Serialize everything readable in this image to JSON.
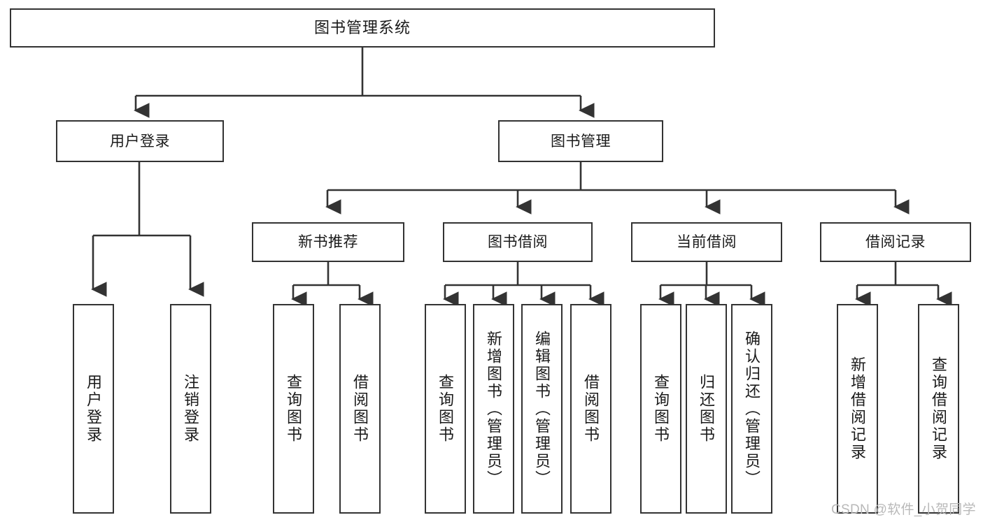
{
  "diagram": {
    "title": "图书管理系统",
    "type": "tree-hierarchy",
    "root": {
      "id": "root",
      "label": "图书管理系统"
    },
    "level2": [
      {
        "id": "user-login",
        "label": "用户登录"
      },
      {
        "id": "book-manage",
        "label": "图书管理"
      }
    ],
    "level3": [
      {
        "id": "new-book-recommend",
        "label": "新书推荐",
        "parent": "book-manage"
      },
      {
        "id": "book-borrow",
        "label": "图书借阅",
        "parent": "book-manage"
      },
      {
        "id": "current-borrow",
        "label": "当前借阅",
        "parent": "book-manage"
      },
      {
        "id": "borrow-record",
        "label": "借阅记录",
        "parent": "book-manage"
      }
    ],
    "leaves": [
      {
        "id": "leaf-user-login",
        "label": "用户登录",
        "parent": "user-login"
      },
      {
        "id": "leaf-user-logout",
        "label": "注销登录",
        "parent": "user-login"
      },
      {
        "id": "leaf-query-book-1",
        "label": "查询图书",
        "parent": "new-book-recommend"
      },
      {
        "id": "leaf-borrow-book-1",
        "label": "借阅图书",
        "parent": "new-book-recommend"
      },
      {
        "id": "leaf-query-book-2",
        "label": "查询图书",
        "parent": "book-borrow"
      },
      {
        "id": "leaf-add-book",
        "label": "新增图书（管理员）",
        "parent": "book-borrow"
      },
      {
        "id": "leaf-edit-book",
        "label": "编辑图书（管理员）",
        "parent": "book-borrow"
      },
      {
        "id": "leaf-borrow-book-2",
        "label": "借阅图书",
        "parent": "book-borrow"
      },
      {
        "id": "leaf-query-book-3",
        "label": "查询图书",
        "parent": "current-borrow"
      },
      {
        "id": "leaf-return-book",
        "label": "归还图书",
        "parent": "current-borrow"
      },
      {
        "id": "leaf-confirm-return",
        "label": "确认归还（管理员）",
        "parent": "current-borrow"
      },
      {
        "id": "leaf-add-record",
        "label": "新增借阅记录",
        "parent": "borrow-record"
      },
      {
        "id": "leaf-query-record",
        "label": "查询借阅记录",
        "parent": "borrow-record"
      }
    ],
    "colors": {
      "border": "#333333",
      "box_fill": "#ffffff",
      "connector": "#333333",
      "text": "#1a1a1a",
      "watermark": "#b9b9b9",
      "background": "#ffffff"
    }
  },
  "watermark": {
    "text": "CSDN @软件_小贺同学"
  }
}
